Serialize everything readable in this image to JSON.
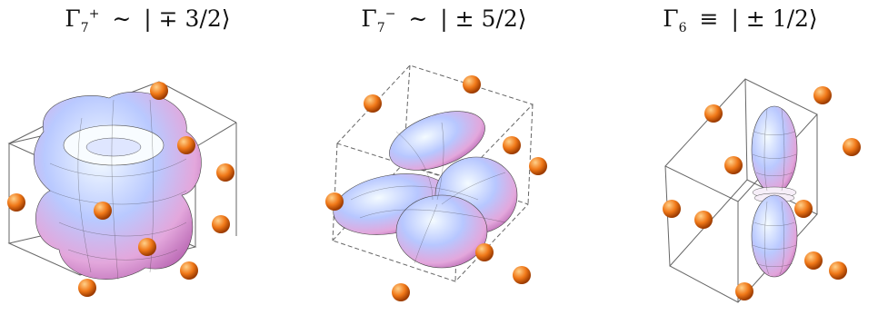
{
  "panels": [
    {
      "gamma": "Γ",
      "sub": "7",
      "sup": "+",
      "relation": "∼",
      "ket": "| ∓ 3/2⟩",
      "shape": "torus-lobes"
    },
    {
      "gamma": "Γ",
      "sub": "7",
      "sup": "−",
      "relation": "∼",
      "ket": "| ± 5/2⟩",
      "shape": "four-lobe"
    },
    {
      "gamma": "Γ",
      "sub": "6",
      "sup": "",
      "relation": "≡",
      "ket": "| ± 1/2⟩",
      "shape": "dumbbell"
    }
  ],
  "colors": {
    "orbital_light": "#e8f2ff",
    "orbital_pink": "#e79bd3",
    "orbital_blue": "#7f8fe6",
    "atom": "#f07818",
    "atom_dark": "#c24a00",
    "frame": "#555555"
  }
}
